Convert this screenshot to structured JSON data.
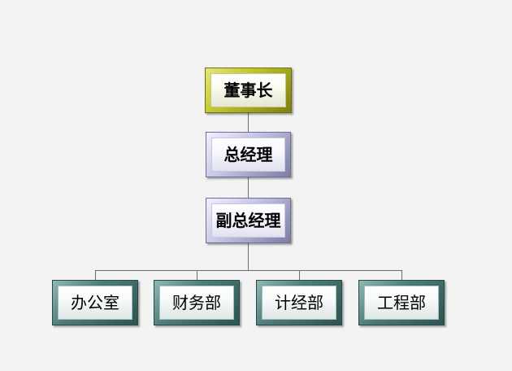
{
  "org_chart": {
    "top_chain": [
      {
        "key": "chairman",
        "label": "董事长"
      },
      {
        "key": "general_manager",
        "label": "总经理"
      },
      {
        "key": "deputy_general_manager",
        "label": "副总经理"
      }
    ],
    "departments": [
      {
        "key": "office",
        "label": "办公室"
      },
      {
        "key": "finance",
        "label": "财务部"
      },
      {
        "key": "planning",
        "label": "计经部"
      },
      {
        "key": "engineering",
        "label": "工程部"
      }
    ]
  }
}
